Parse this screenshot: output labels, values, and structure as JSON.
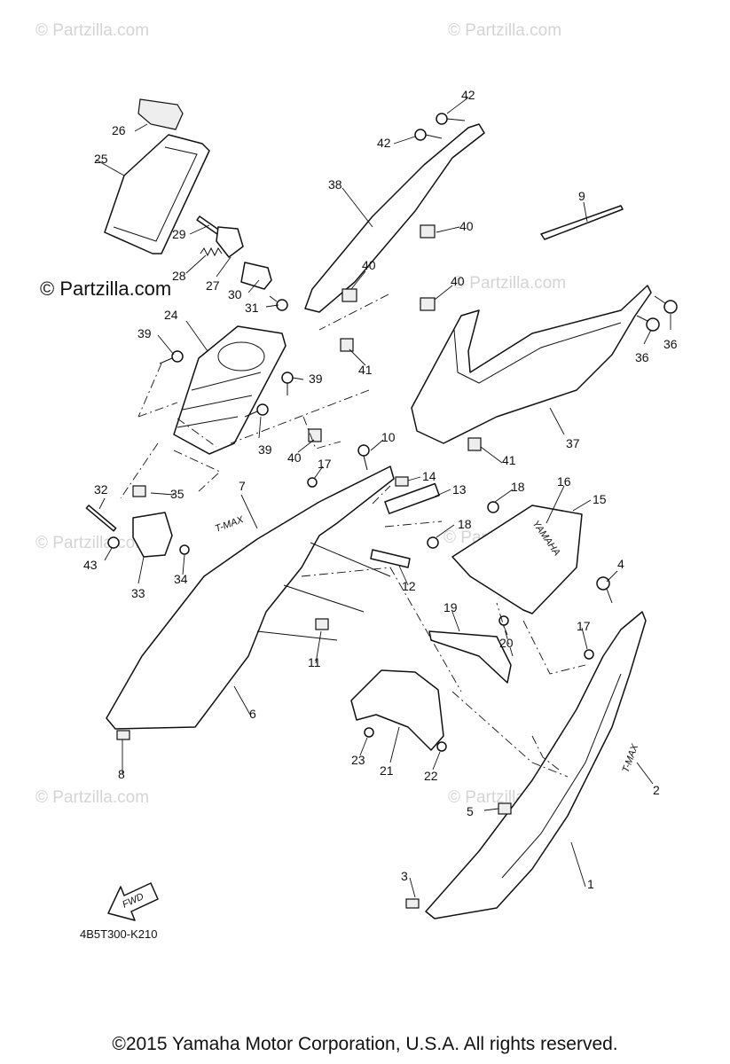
{
  "diagram": {
    "callouts": [
      "1",
      "2",
      "3",
      "4",
      "5",
      "6",
      "7",
      "8",
      "9",
      "10",
      "11",
      "12",
      "13",
      "14",
      "15",
      "16",
      "17",
      "17",
      "18",
      "18",
      "19",
      "20",
      "21",
      "22",
      "23",
      "24",
      "25",
      "26",
      "27",
      "28",
      "29",
      "30",
      "31",
      "32",
      "33",
      "34",
      "35",
      "36",
      "36",
      "37",
      "38",
      "39",
      "39",
      "39",
      "40",
      "40",
      "40",
      "40",
      "41",
      "41",
      "42",
      "42",
      "43"
    ],
    "watermark": "© Partzilla.com",
    "fwd_label": "FWD",
    "drawing_number": "4B5T300-K210",
    "logo_text_trim": "YAMAHA",
    "logo_text_side": "T-MAX"
  },
  "footer": {
    "copyright": "©2015 Yamaha Motor Corporation, U.S.A. All rights reserved."
  }
}
